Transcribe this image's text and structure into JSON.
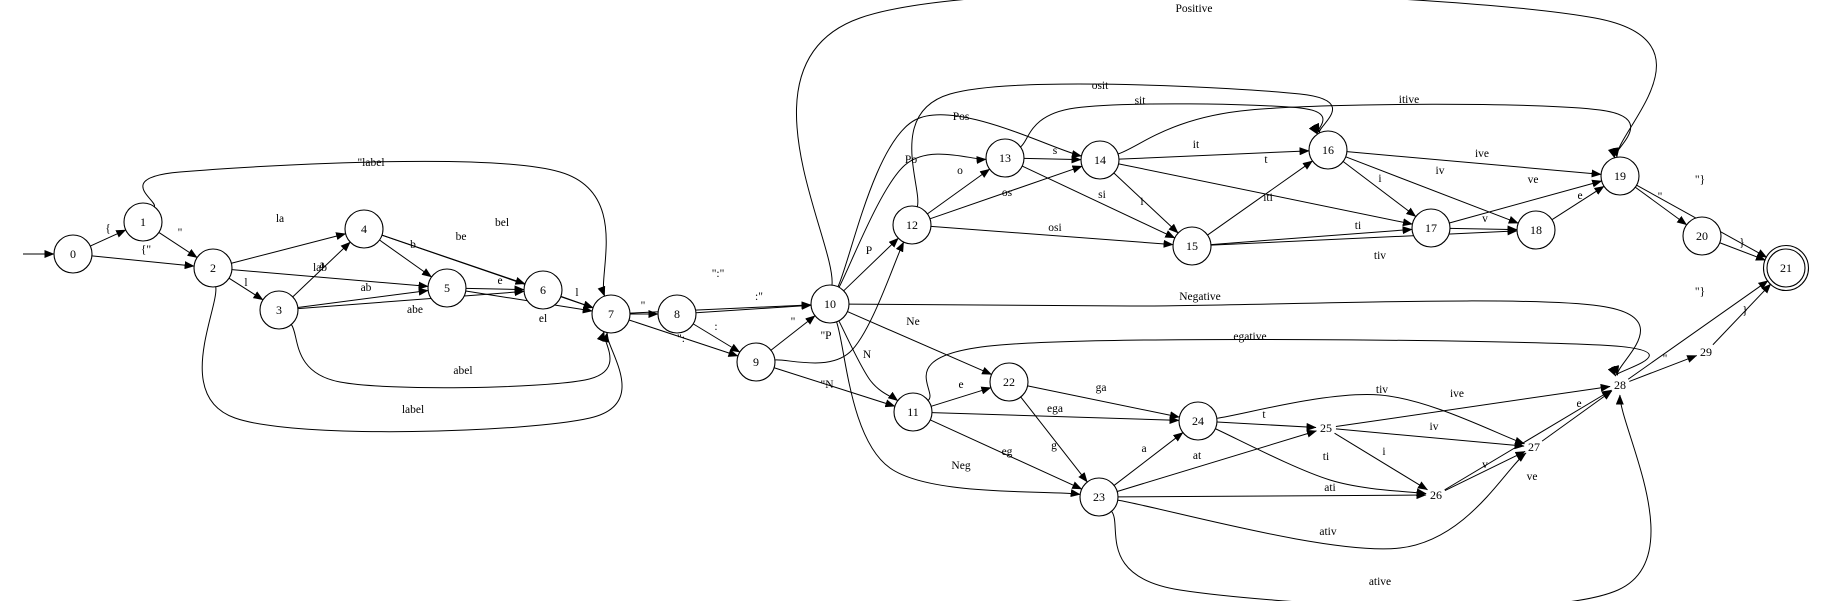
{
  "nodes": [
    {
      "id": "0",
      "label": "0"
    },
    {
      "id": "1",
      "label": "1"
    },
    {
      "id": "2",
      "label": "2"
    },
    {
      "id": "3",
      "label": "3"
    },
    {
      "id": "4",
      "label": "4"
    },
    {
      "id": "5",
      "label": "5"
    },
    {
      "id": "6",
      "label": "6"
    },
    {
      "id": "7",
      "label": "7"
    },
    {
      "id": "8",
      "label": "8"
    },
    {
      "id": "9",
      "label": "9"
    },
    {
      "id": "10",
      "label": "10"
    },
    {
      "id": "11",
      "label": "11"
    },
    {
      "id": "12",
      "label": "12"
    },
    {
      "id": "13",
      "label": "13"
    },
    {
      "id": "14",
      "label": "14"
    },
    {
      "id": "15",
      "label": "15"
    },
    {
      "id": "16",
      "label": "16"
    },
    {
      "id": "17",
      "label": "17"
    },
    {
      "id": "18",
      "label": "18"
    },
    {
      "id": "19",
      "label": "19"
    },
    {
      "id": "20",
      "label": "20"
    },
    {
      "id": "21",
      "label": "21",
      "accepting": true
    },
    {
      "id": "22",
      "label": "22"
    },
    {
      "id": "23",
      "label": "23"
    },
    {
      "id": "24",
      "label": "24"
    },
    {
      "id": "25",
      "label": "25",
      "circled": false
    },
    {
      "id": "26",
      "label": "26",
      "circled": false
    },
    {
      "id": "27",
      "label": "27",
      "circled": false
    },
    {
      "id": "28",
      "label": "28",
      "circled": false
    },
    {
      "id": "29",
      "label": "29",
      "circled": false
    }
  ],
  "start_node": "0",
  "edges": [
    {
      "from": "0",
      "to": "1",
      "label": "{"
    },
    {
      "from": "0",
      "to": "2",
      "label": "{\""
    },
    {
      "from": "1",
      "to": "2",
      "label": "\""
    },
    {
      "from": "1",
      "to": "7",
      "label": "\"label"
    },
    {
      "from": "2",
      "to": "3",
      "label": "l"
    },
    {
      "from": "2",
      "to": "4",
      "label": "la"
    },
    {
      "from": "2",
      "to": "5",
      "label": "lab"
    },
    {
      "from": "2",
      "to": "7",
      "label": "label"
    },
    {
      "from": "3",
      "to": "4",
      "label": "a"
    },
    {
      "from": "3",
      "to": "5",
      "label": "ab"
    },
    {
      "from": "3",
      "to": "6",
      "label": "abe"
    },
    {
      "from": "3",
      "to": "7",
      "label": "abel"
    },
    {
      "from": "4",
      "to": "5",
      "label": "b"
    },
    {
      "from": "4",
      "to": "6",
      "label": "be"
    },
    {
      "from": "4",
      "to": "7",
      "label": "bel"
    },
    {
      "from": "5",
      "to": "6",
      "label": "e"
    },
    {
      "from": "5",
      "to": "7",
      "label": "el"
    },
    {
      "from": "6",
      "to": "7",
      "label": "l"
    },
    {
      "from": "7",
      "to": "8",
      "label": "\""
    },
    {
      "from": "7",
      "to": "10",
      "label": "\":\""
    },
    {
      "from": "7",
      "to": "9",
      "label": "\":"
    },
    {
      "from": "8",
      "to": "10",
      "label": ":\""
    },
    {
      "from": "8",
      "to": "9",
      "label": ":"
    },
    {
      "from": "9",
      "to": "10",
      "label": "\""
    },
    {
      "from": "9",
      "to": "12",
      "label": "\"P"
    },
    {
      "from": "9",
      "to": "11",
      "label": "\"N"
    },
    {
      "from": "10",
      "to": "12",
      "label": "P"
    },
    {
      "from": "10",
      "to": "13",
      "label": "Po"
    },
    {
      "from": "10",
      "to": "14",
      "label": "Pos"
    },
    {
      "from": "10",
      "to": "19",
      "label": "Positive"
    },
    {
      "from": "10",
      "to": "28",
      "label": "Negative"
    },
    {
      "from": "10",
      "to": "22",
      "label": "Ne"
    },
    {
      "from": "10",
      "to": "11",
      "label": "N"
    },
    {
      "from": "10",
      "to": "23",
      "label": "Neg"
    },
    {
      "from": "11",
      "to": "22",
      "label": "e"
    },
    {
      "from": "11",
      "to": "24",
      "label": "ega"
    },
    {
      "from": "11",
      "to": "23",
      "label": "eg"
    },
    {
      "from": "11",
      "to": "28",
      "label": "egative"
    },
    {
      "from": "12",
      "to": "13",
      "label": "o"
    },
    {
      "from": "12",
      "to": "14",
      "label": "os"
    },
    {
      "from": "12",
      "to": "15",
      "label": "osi"
    },
    {
      "from": "12",
      "to": "16",
      "label": "osit"
    },
    {
      "from": "13",
      "to": "14",
      "label": "s"
    },
    {
      "from": "13",
      "to": "15",
      "label": "si"
    },
    {
      "from": "13",
      "to": "16",
      "label": "sit"
    },
    {
      "from": "14",
      "to": "15",
      "label": "i"
    },
    {
      "from": "14",
      "to": "16",
      "label": "it"
    },
    {
      "from": "14",
      "to": "17",
      "label": "iti"
    },
    {
      "from": "14",
      "to": "19",
      "label": "itive"
    },
    {
      "from": "15",
      "to": "16",
      "label": "t"
    },
    {
      "from": "15",
      "to": "17",
      "label": "ti"
    },
    {
      "from": "15",
      "to": "18",
      "label": "tiv"
    },
    {
      "from": "16",
      "to": "17",
      "label": "i"
    },
    {
      "from": "16",
      "to": "18",
      "label": "iv"
    },
    {
      "from": "16",
      "to": "19",
      "label": "ive"
    },
    {
      "from": "17",
      "to": "18",
      "label": "v"
    },
    {
      "from": "17",
      "to": "19",
      "label": "ve"
    },
    {
      "from": "18",
      "to": "19",
      "label": "e"
    },
    {
      "from": "19",
      "to": "20",
      "label": "\""
    },
    {
      "from": "19",
      "to": "21",
      "label": "\"}"
    },
    {
      "from": "20",
      "to": "21",
      "label": "}"
    },
    {
      "from": "22",
      "to": "24",
      "label": "ga"
    },
    {
      "from": "22",
      "to": "23",
      "label": "g"
    },
    {
      "from": "23",
      "to": "24",
      "label": "a"
    },
    {
      "from": "23",
      "to": "25",
      "label": "at"
    },
    {
      "from": "23",
      "to": "26",
      "label": "ati"
    },
    {
      "from": "23",
      "to": "27",
      "label": "ativ"
    },
    {
      "from": "23",
      "to": "28",
      "label": "ative"
    },
    {
      "from": "24",
      "to": "25",
      "label": "t"
    },
    {
      "from": "24",
      "to": "26",
      "label": "ti"
    },
    {
      "from": "24",
      "to": "27",
      "label": "tiv"
    },
    {
      "from": "25",
      "to": "26",
      "label": "i"
    },
    {
      "from": "25",
      "to": "27",
      "label": "iv"
    },
    {
      "from": "25",
      "to": "28",
      "label": "ive"
    },
    {
      "from": "26",
      "to": "27",
      "label": "v"
    },
    {
      "from": "26",
      "to": "28",
      "label": "ve"
    },
    {
      "from": "27",
      "to": "28",
      "label": "e"
    },
    {
      "from": "28",
      "to": "29",
      "label": "\""
    },
    {
      "from": "28",
      "to": "21",
      "label": "\"}"
    },
    {
      "from": "29",
      "to": "21",
      "label": "}"
    }
  ]
}
